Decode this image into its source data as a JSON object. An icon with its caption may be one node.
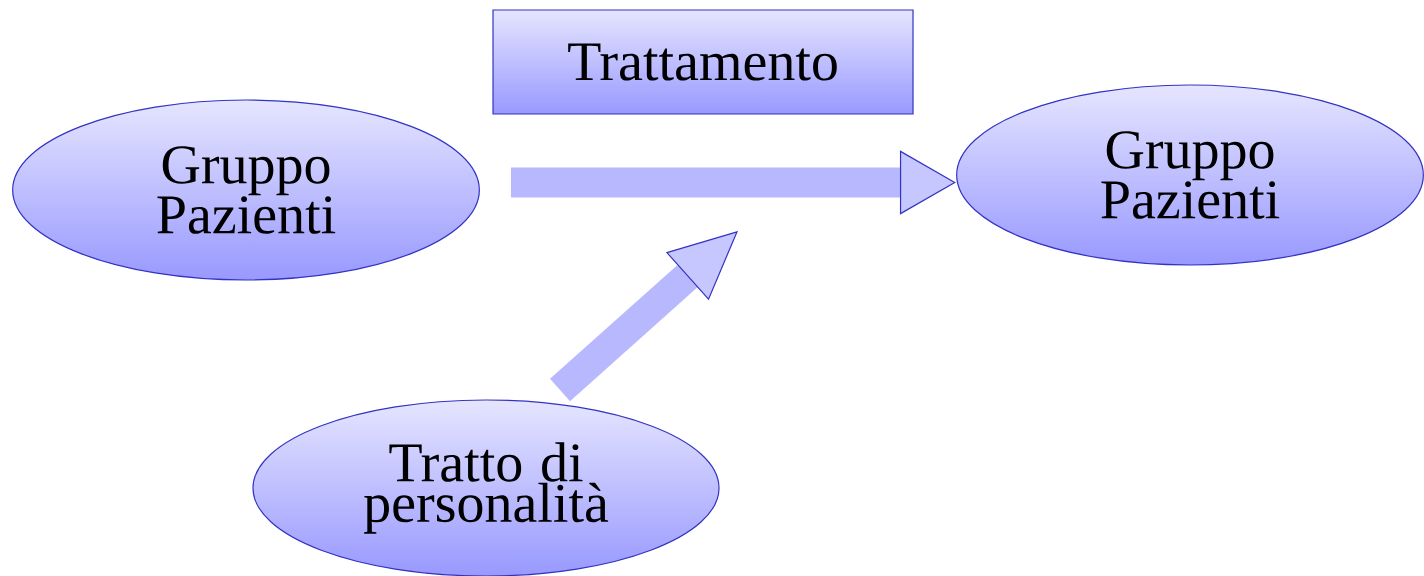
{
  "diagram": {
    "nodes": [
      {
        "text": [
          "Gruppo Pazienti"
        ]
      },
      {
        "text": [
          "Trattamento"
        ]
      },
      {
        "text": [
          "Gruppo Pazienti"
        ]
      },
      {
        "text": [
          "Tratto di personalità"
        ]
      }
    ],
    "edges": [
      {
        "from": 0,
        "to": 2,
        "arrow": "to"
      },
      {
        "from": 3,
        "to": null,
        "arrow": "to"
      }
    ]
  }
}
